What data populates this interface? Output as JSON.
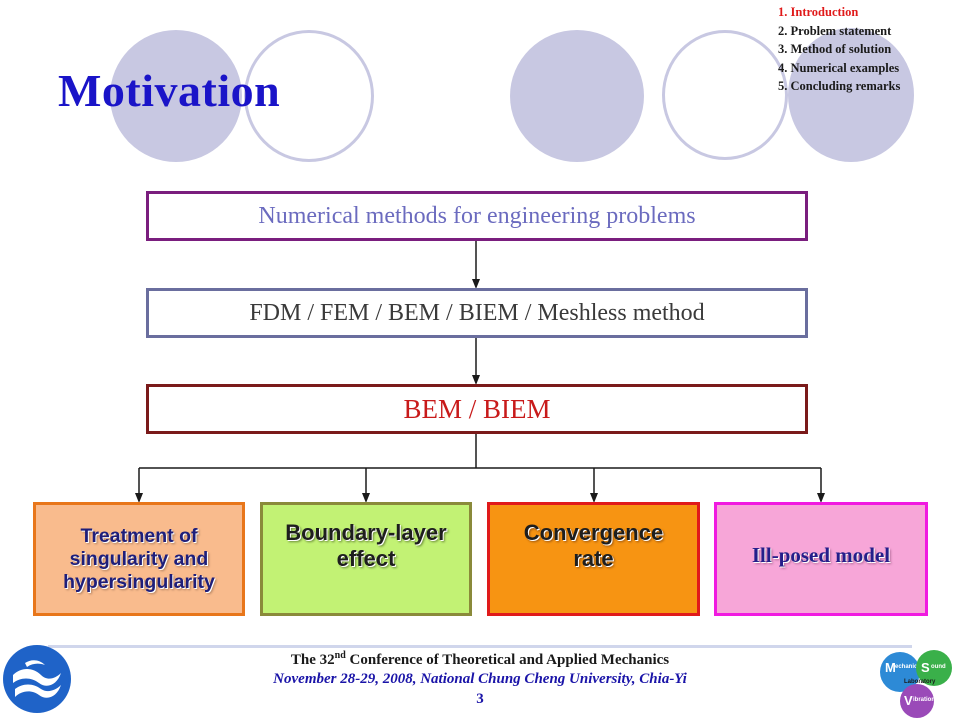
{
  "slide": {
    "title": "Motivation",
    "outline": [
      {
        "label": "1. Introduction",
        "active": true
      },
      {
        "label": "2. Problem statement",
        "active": false
      },
      {
        "label": "3. Method of solution",
        "active": false
      },
      {
        "label": "4. Numerical examples",
        "active": false
      },
      {
        "label": "5. Concluding remarks",
        "active": false
      }
    ]
  },
  "flow": {
    "level1": "Numerical methods for engineering problems",
    "level2": "FDM / FEM / BEM / BIEM / Meshless method",
    "level3": "BEM / BIEM",
    "topics": [
      {
        "label": "Treatment of\nsingularity and\nhypersingularity",
        "color": "#f9bb8d"
      },
      {
        "label": "Boundary-layer\neffect",
        "color": "#c2f274"
      },
      {
        "label": "Convergence\nrate",
        "color": "#f79412"
      },
      {
        "label": "Ill-posed model",
        "color": "#f7a6d8"
      }
    ]
  },
  "footer": {
    "conference_prefix": "The 32",
    "conference_sup": "nd",
    "conference_suffix": " Conference of Theoretical and Applied Mechanics",
    "dateline": "November 28-29, 2008, National Chung Cheng University, Chia-Yi",
    "page": "3"
  },
  "logo_right": {
    "m": "M",
    "m_rest": "echanics",
    "s": "S",
    "s_rest": "ound",
    "v": "V",
    "v_rest": "ibration",
    "lab": "Laboratory"
  },
  "colors": {
    "title": "#1a14c8",
    "accent_circle": "#c8c8e2"
  }
}
